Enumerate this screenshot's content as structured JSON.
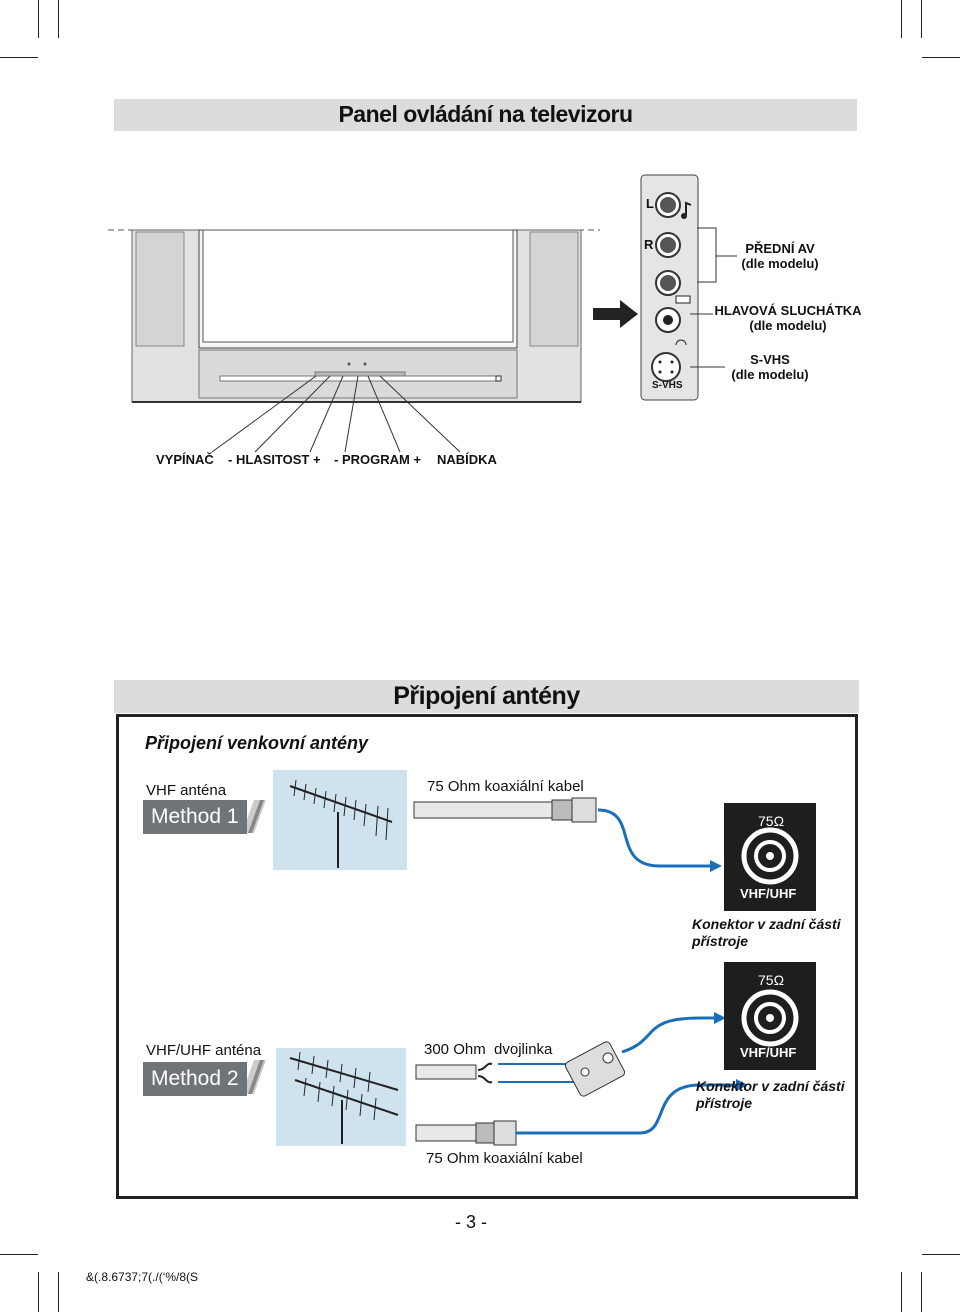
{
  "panel_title": "Panel ovládání na televizoru",
  "side_labels": {
    "front_av": [
      "PŘEDNÍ AV",
      "(dle modelu)"
    ],
    "headphones": [
      "HLAVOVÁ SLUCHÁTKA",
      "(dle modelu)"
    ],
    "svhs": [
      "S-VHS",
      "(dle modelu)"
    ]
  },
  "jack_letters": {
    "left": "L",
    "right": "R",
    "svhs": "S-VHS"
  },
  "controls": [
    "VYPÍNAČ",
    "- HLASITOST +",
    "- PROGRAM +",
    "NABÍDKA"
  ],
  "antenna_title": "Připojení antény",
  "outdoor_title": "Připojení venkovní antény",
  "method1": {
    "antenna": "VHF anténa",
    "badge": "Method 1",
    "cable": "75 Ohm koaxiální kabel",
    "port_ohm": "75Ω",
    "port_label": "VHF/UHF",
    "connector_note": [
      "Konektor v zadní části",
      "přístroje"
    ]
  },
  "method2": {
    "antenna": "VHF/UHF anténa",
    "badge": "Method 2",
    "cable_top": "300 Ohm  dvojlinka",
    "cable_bottom": "75 Ohm koaxiální kabel",
    "port_ohm": "75Ω",
    "port_label": "VHF/UHF",
    "connector_note": [
      "Konektor v zadní části",
      "přístroje"
    ]
  },
  "page_number": "- 3 -",
  "footer_code": "&(.8.6737;7(./(‘%/8(S"
}
